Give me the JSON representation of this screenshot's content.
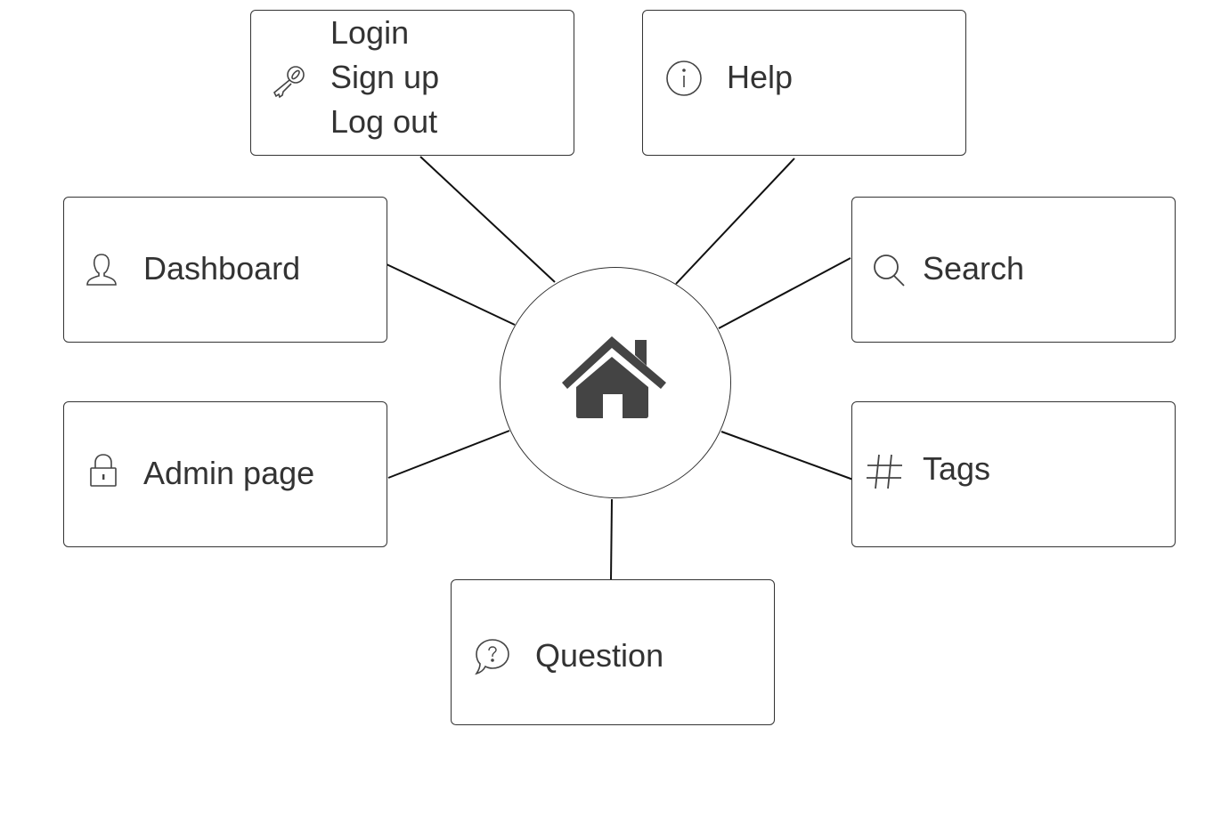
{
  "diagram": {
    "hub": {
      "icon": "home-icon",
      "color": "#444444"
    },
    "nodes": {
      "account": {
        "icon": "key-icon",
        "items": [
          "Login",
          "Sign up",
          "Log out"
        ]
      },
      "help": {
        "icon": "info-icon",
        "label": "Help"
      },
      "dashboard": {
        "icon": "user-icon",
        "label": "Dashboard"
      },
      "search": {
        "icon": "search-icon",
        "label": "Search"
      },
      "admin": {
        "icon": "lock-icon",
        "label": "Admin page"
      },
      "tags": {
        "icon": "hash-icon",
        "label": "Tags"
      },
      "question": {
        "icon": "question-bubble-icon",
        "label": "Question"
      }
    },
    "colors": {
      "stroke": "#333333",
      "text": "#333333",
      "background": "#ffffff"
    }
  }
}
